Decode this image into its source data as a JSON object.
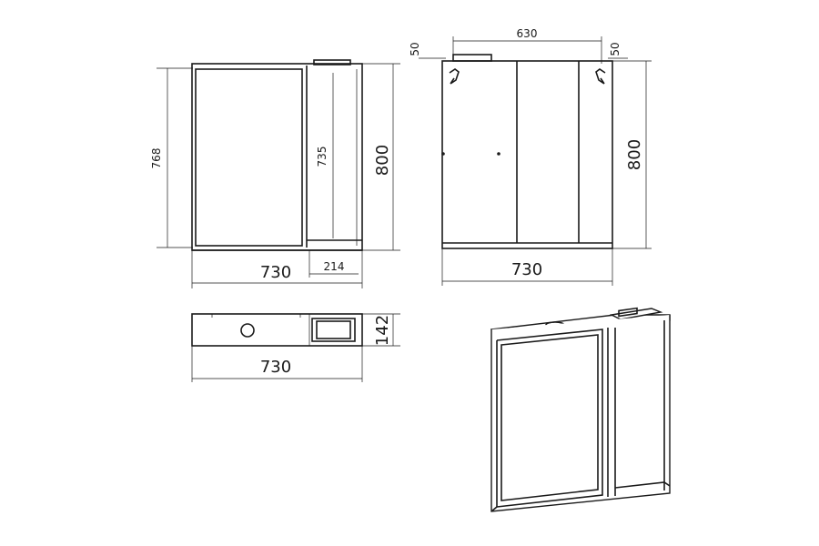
{
  "front_view": {
    "width_label": "730",
    "height_label": "800",
    "inner_height_label": "768",
    "shelf_height_label": "735",
    "shelf_width_label": "214"
  },
  "back_view": {
    "width_label": "730",
    "height_label": "800",
    "mount_spacing_label": "630",
    "left_offset_label": "50",
    "right_offset_label": "50"
  },
  "top_view": {
    "width_label": "730",
    "depth_label": "142"
  },
  "colors": {
    "line": "#1a1a1a",
    "background": "#ffffff"
  }
}
